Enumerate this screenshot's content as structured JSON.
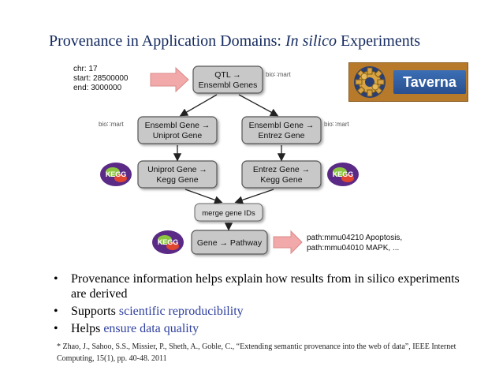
{
  "slide": {
    "title_prefix": "Provenance in Application Domains: ",
    "title_italic": "In silico",
    "title_suffix": " Experiments"
  },
  "diagram": {
    "input_lines": [
      "chr: 17",
      "start: 28500000",
      "end: 3000000"
    ],
    "nodes": {
      "qtl": [
        "QTL →",
        "Ensembl Genes"
      ],
      "ens_uni": [
        "Ensembl Gene →",
        "Uniprot Gene"
      ],
      "ens_ent": [
        "Ensembl Gene →",
        "Entrez Gene"
      ],
      "uni_kegg": [
        "Uniprot Gene →",
        "Kegg Gene"
      ],
      "ent_kegg": [
        "Entrez Gene →",
        "Kegg Gene"
      ],
      "merge": "merge gene IDs",
      "pathway": "Gene → Pathway"
    },
    "output_lines": [
      "path:mmu04210 Apoptosis,",
      "path:mmu04010 MAPK, ..."
    ],
    "service_logo": "bio∷mart",
    "kegg_logo": "KEGG",
    "colors": {
      "node_fill": "#c8c8c8",
      "node_stroke": "#555555",
      "input_arrow": "#f2a9a9",
      "kegg_purple": "#5b2a86",
      "kegg_green": "#8cc63f"
    }
  },
  "taverna": {
    "label": "Taverna",
    "icon": "gear-icon"
  },
  "bullets": {
    "b1": "Provenance information helps explain how results from in silico experiments are derived",
    "b2_prefix": "Supports ",
    "b2_highlight": "scientific reproducibility",
    "b3_prefix": "Helps ",
    "b3_highlight": "ensure data quality",
    "marker": "•"
  },
  "citation": "* Zhao, J., Sahoo, S.S., Missier, P., Sheth, A., Goble, C., “Extending semantic provenance into the web of data”, IEEE Internet Computing, 15(1), pp. 40-48. 2011"
}
